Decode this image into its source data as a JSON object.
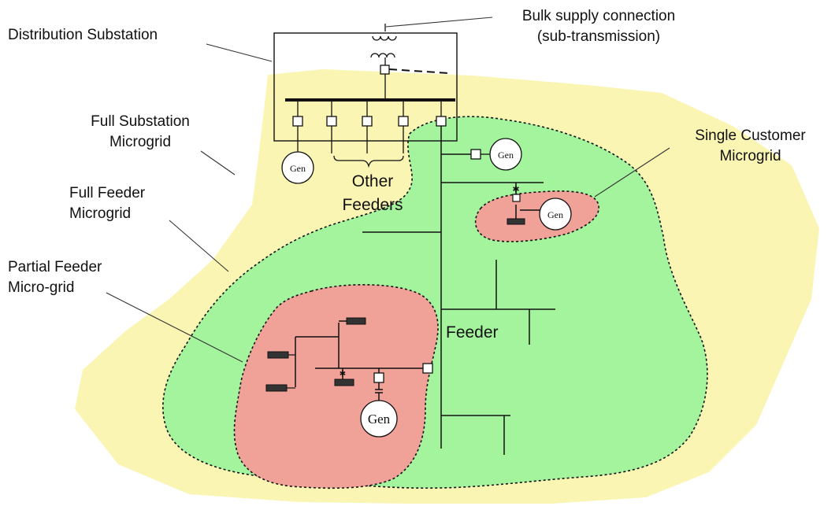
{
  "labels": {
    "distribution_substation": "Distribution Substation",
    "bulk_supply_line1": "Bulk supply connection",
    "bulk_supply_line2": "(sub-transmission)",
    "full_substation_line1": "Full Substation",
    "full_substation_line2": "Microgrid",
    "full_feeder_line1": "Full Feeder",
    "full_feeder_line2": "Microgrid",
    "partial_feeder_line1": "Partial Feeder",
    "partial_feeder_line2": "Micro-grid",
    "single_customer_line1": "Single Customer",
    "single_customer_line2": "Microgrid",
    "other_feeders_line1": "Other",
    "other_feeders_line2": "Feeders",
    "feeder": "Feeder",
    "gen": "Gen"
  },
  "colors": {
    "substation_zone": "#fbf5b4",
    "feeder_zone": "#a4f49e",
    "partial_zone": "#f0a198",
    "line": "#111111"
  }
}
